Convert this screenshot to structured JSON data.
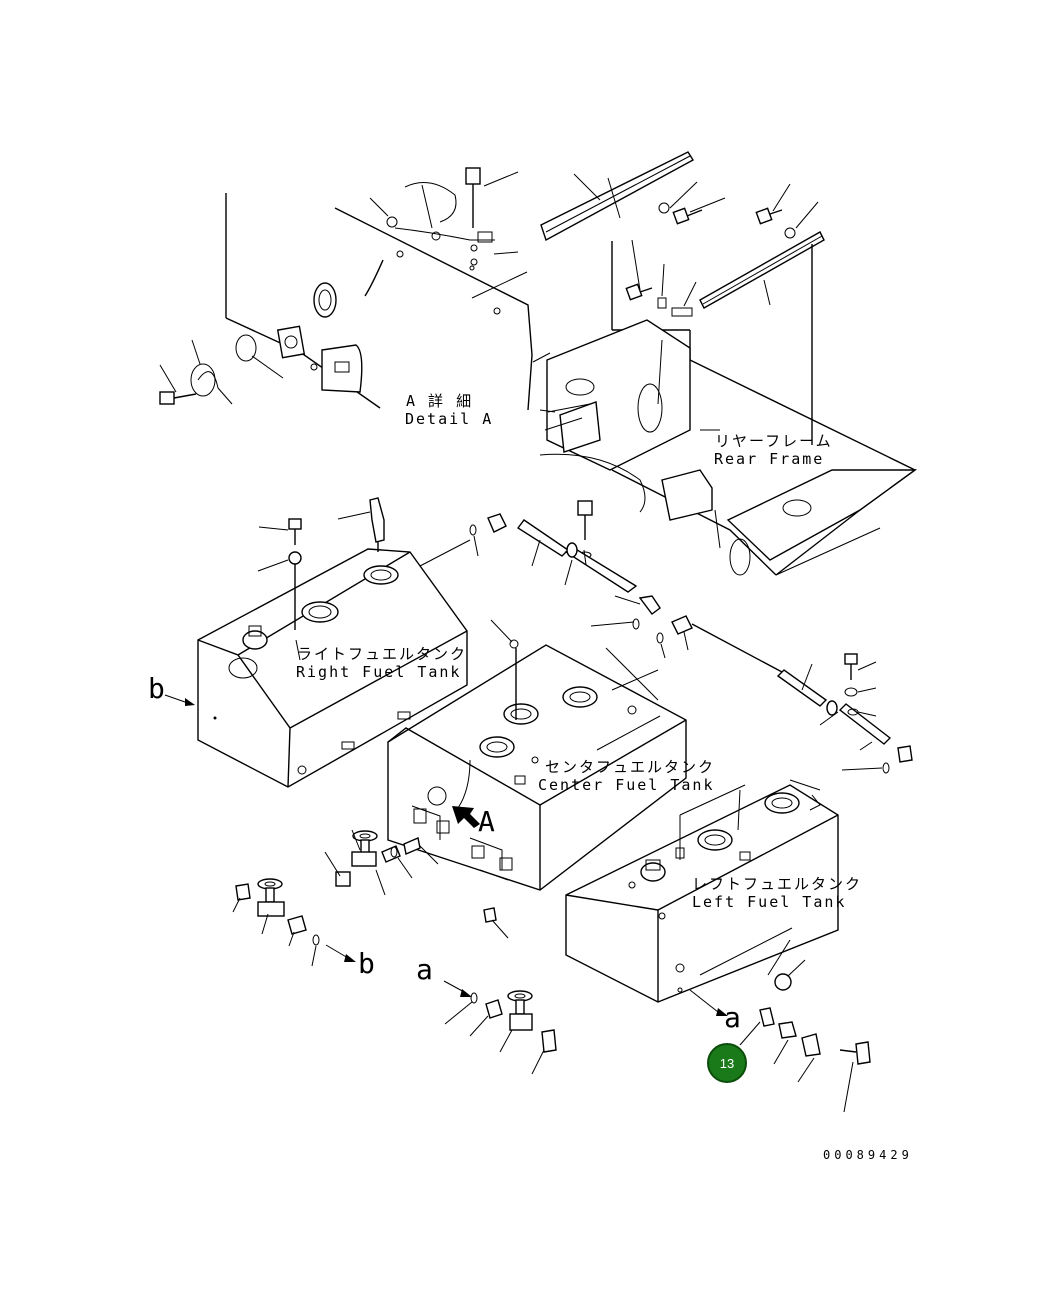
{
  "labels": {
    "detail_a_jp": "A 詳 細",
    "detail_a_en": "Detail A",
    "rear_frame_jp": "リヤーフレーム",
    "rear_frame_en": "Rear Frame",
    "right_tank_jp": "ライトフュエルタンク",
    "right_tank_en": "Right Fuel Tank",
    "center_tank_jp": "センタフュエルタンク",
    "center_tank_en": "Center Fuel Tank",
    "left_tank_jp": "レフトフュエルタンク",
    "left_tank_en": "Left Fuel Tank",
    "view_a_upper": "A",
    "view_b_left": "b",
    "view_b_right": "b",
    "view_a_left": "a",
    "view_a_right": "a"
  },
  "callout": {
    "number": "13",
    "color": "#1a7a1a"
  },
  "drawing_number": "00089429"
}
